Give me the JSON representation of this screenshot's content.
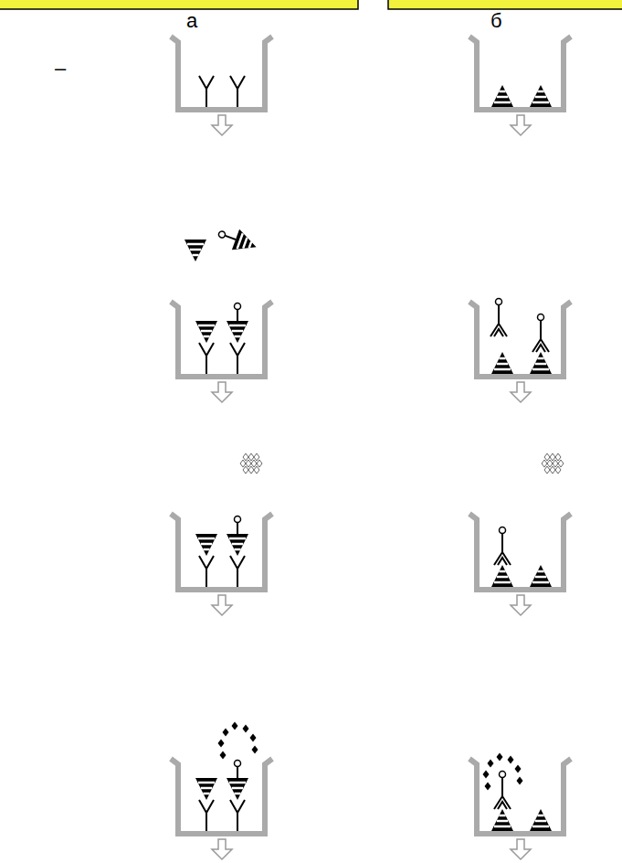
{
  "diagram": {
    "labels": [
      "а",
      "б",
      "–"
    ]
  }
}
